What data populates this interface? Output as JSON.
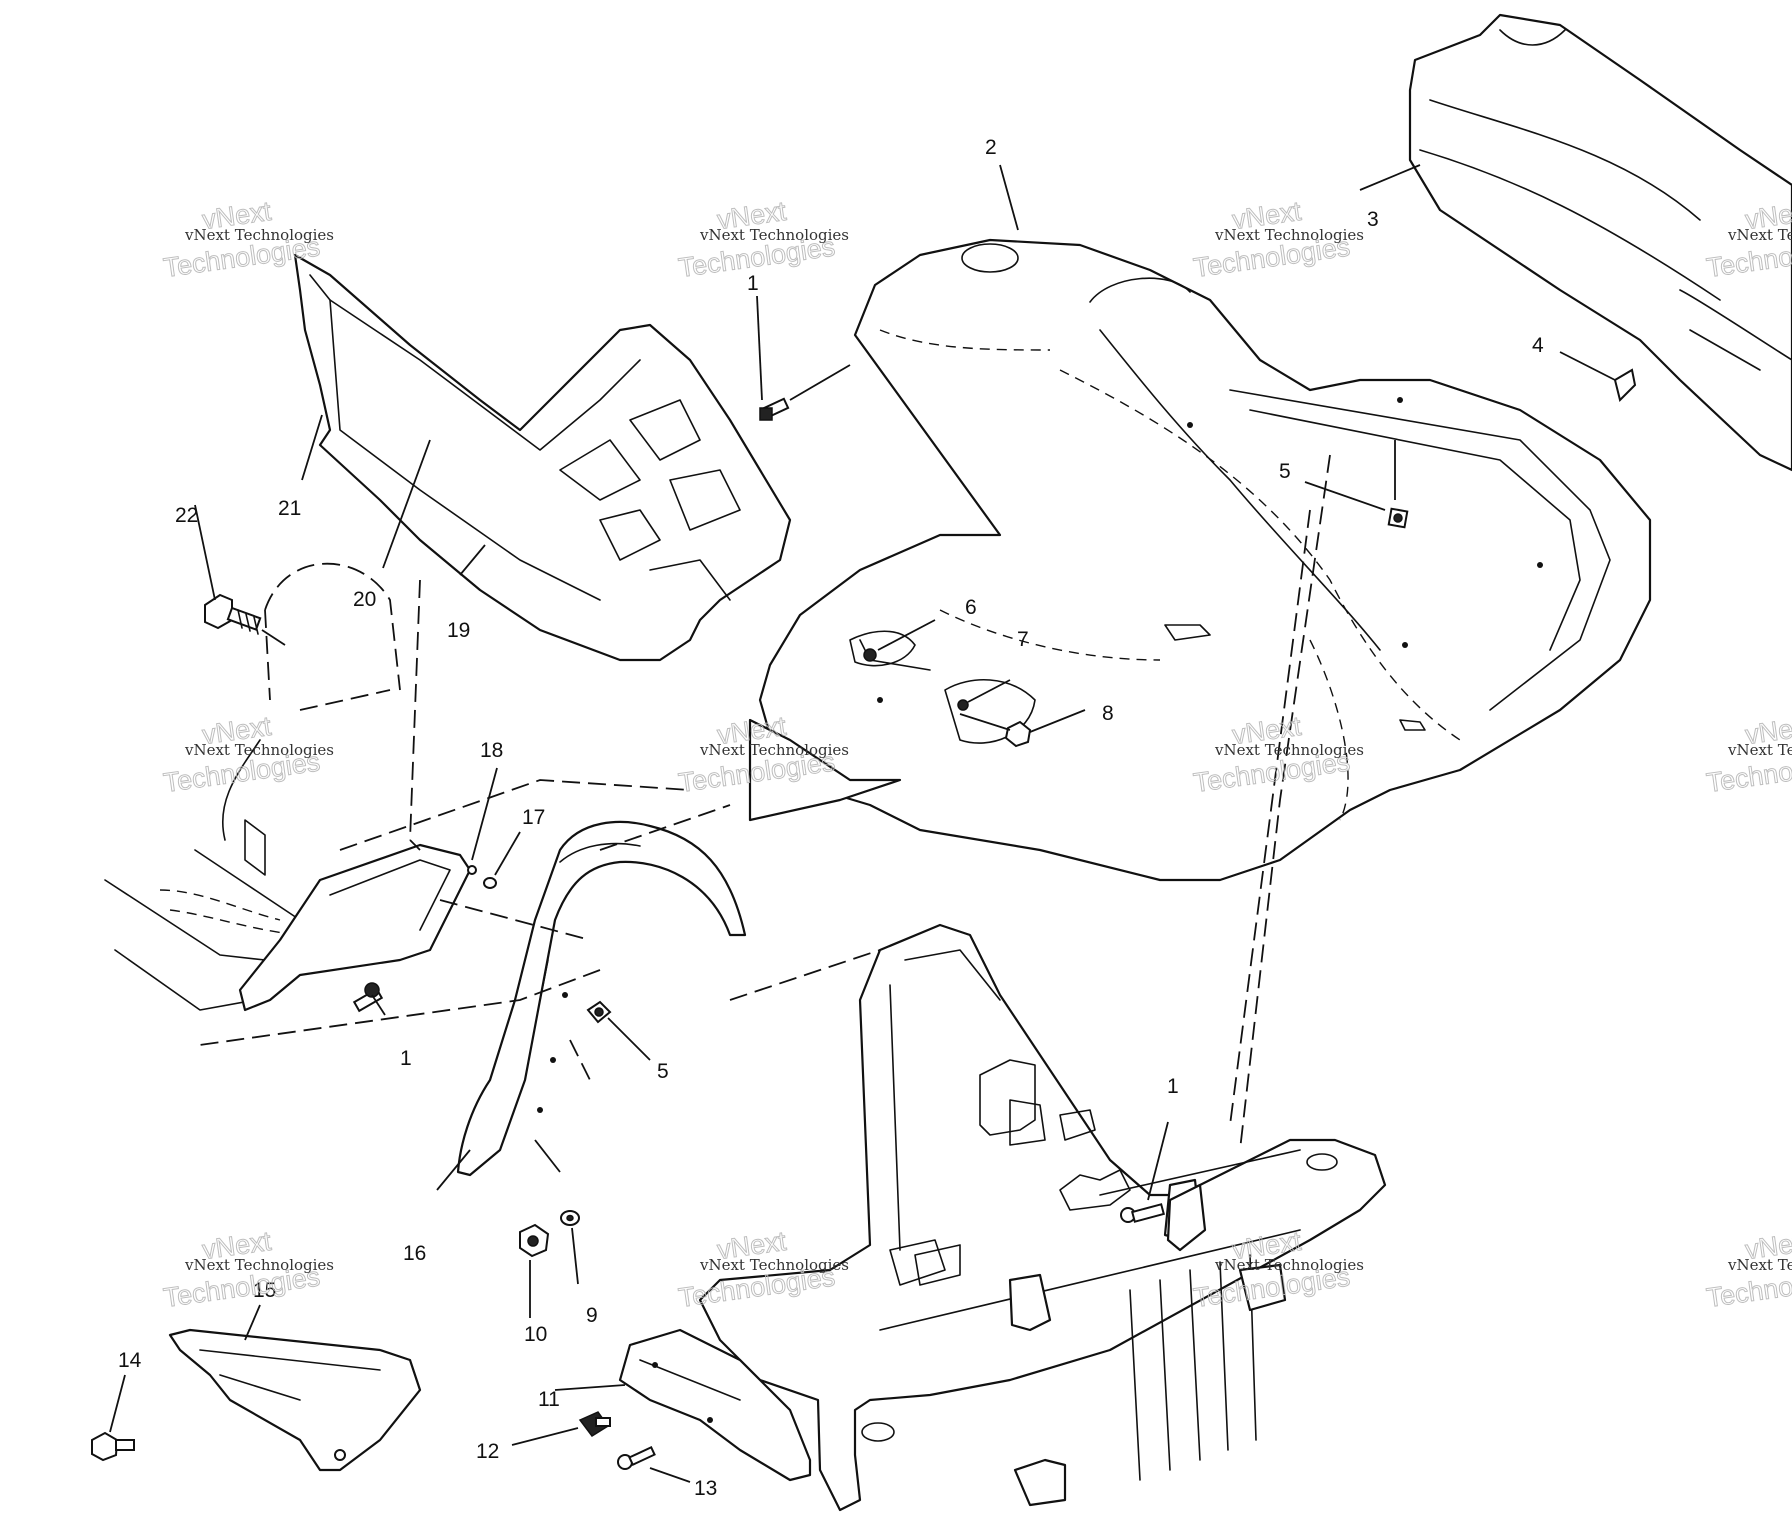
{
  "diagram": {
    "type": "exploded parts diagram",
    "callouts": [
      {
        "id": "c1a",
        "label": "1"
      },
      {
        "id": "c1b",
        "label": "1"
      },
      {
        "id": "c1c",
        "label": "1"
      },
      {
        "id": "c2",
        "label": "2"
      },
      {
        "id": "c3",
        "label": "3"
      },
      {
        "id": "c4",
        "label": "4"
      },
      {
        "id": "c5a",
        "label": "5"
      },
      {
        "id": "c5b",
        "label": "5"
      },
      {
        "id": "c6",
        "label": "6"
      },
      {
        "id": "c7",
        "label": "7"
      },
      {
        "id": "c8",
        "label": "8"
      },
      {
        "id": "c9",
        "label": "9"
      },
      {
        "id": "c10",
        "label": "10"
      },
      {
        "id": "c11",
        "label": "11"
      },
      {
        "id": "c12",
        "label": "12"
      },
      {
        "id": "c13",
        "label": "13"
      },
      {
        "id": "c14",
        "label": "14"
      },
      {
        "id": "c15",
        "label": "15"
      },
      {
        "id": "c16",
        "label": "16"
      },
      {
        "id": "c17",
        "label": "17"
      },
      {
        "id": "c18",
        "label": "18"
      },
      {
        "id": "c19",
        "label": "19"
      },
      {
        "id": "c20",
        "label": "20"
      },
      {
        "id": "c21",
        "label": "21"
      },
      {
        "id": "c22",
        "label": "22"
      }
    ]
  },
  "watermark": {
    "line1": "vNext Technologies",
    "line2": "vNext",
    "line3": "Technologies"
  }
}
